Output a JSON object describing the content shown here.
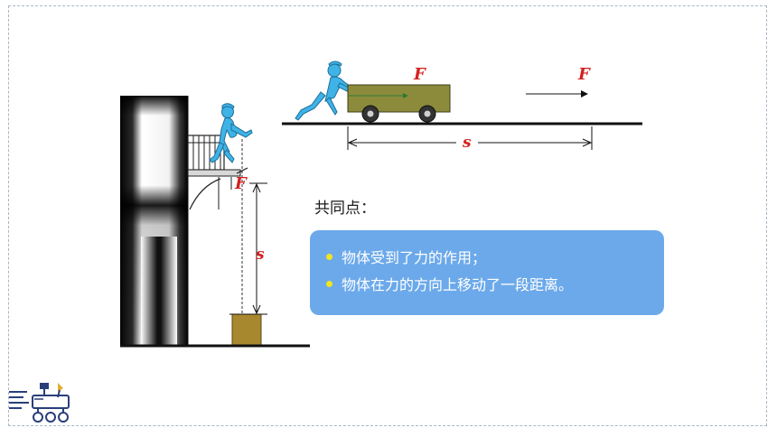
{
  "labels": {
    "force_upper": "F",
    "force_right": "F",
    "force_lift": "F",
    "distance_horizontal": "s",
    "distance_vertical": "s"
  },
  "heading": "共同点：",
  "points": [
    "物体受到了力的作用；",
    "物体在力的方向上移动了一段距离。"
  ],
  "colors": {
    "label": "#d42020",
    "figure": "#3fb3e6",
    "cart": "#8c8b3c",
    "box": "#a8882e",
    "panel": "#6ca9ea",
    "bullet": "#f2e41f"
  },
  "icons": {
    "pusher": "person-pushing-icon",
    "lifter": "person-lifting-icon",
    "logo": "rover-logo-icon"
  }
}
